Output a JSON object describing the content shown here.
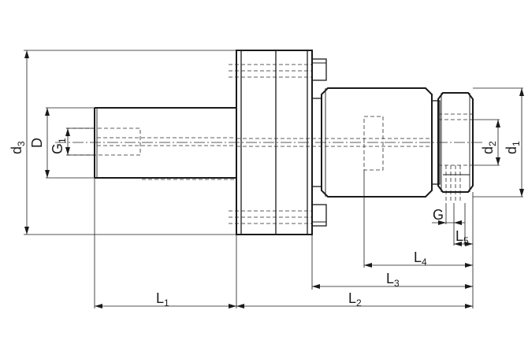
{
  "labels": {
    "d3": {
      "main": "d",
      "sub": "3"
    },
    "D": {
      "main": "D",
      "sub": ""
    },
    "G1": {
      "main": "G",
      "sub": "1"
    },
    "d2": {
      "main": "d",
      "sub": "2"
    },
    "d1": {
      "main": "d",
      "sub": "1"
    },
    "G": {
      "main": "G",
      "sub": ""
    },
    "L5": {
      "main": "L",
      "sub": "5"
    },
    "L4": {
      "main": "L",
      "sub": "4"
    },
    "L3": {
      "main": "L",
      "sub": "3"
    },
    "L2": {
      "main": "L",
      "sub": "2"
    },
    "L1": {
      "main": "L",
      "sub": "1"
    }
  }
}
